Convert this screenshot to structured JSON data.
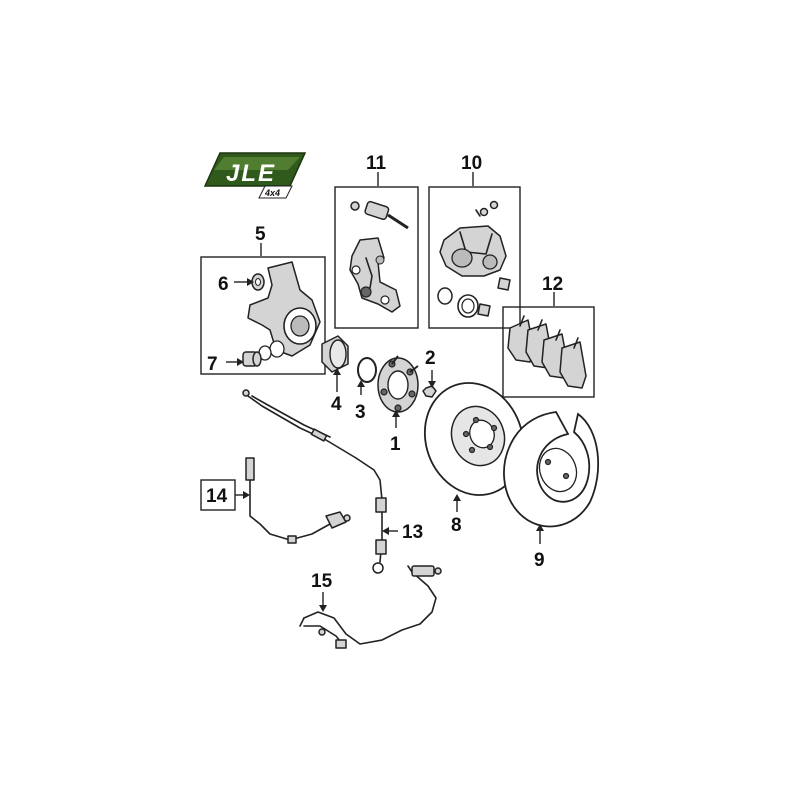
{
  "logo": {
    "text": "JLE",
    "subtext": "4x4",
    "color_primary": "#2f5a1c",
    "color_secondary": "#6a9a3a"
  },
  "callouts": [
    "1",
    "2",
    "3",
    "4",
    "5",
    "6",
    "7",
    "8",
    "9",
    "10",
    "11",
    "12",
    "13",
    "14",
    "15"
  ],
  "colors": {
    "line": "#222222",
    "fill": "#d4d4d4",
    "background": "#ffffff"
  }
}
